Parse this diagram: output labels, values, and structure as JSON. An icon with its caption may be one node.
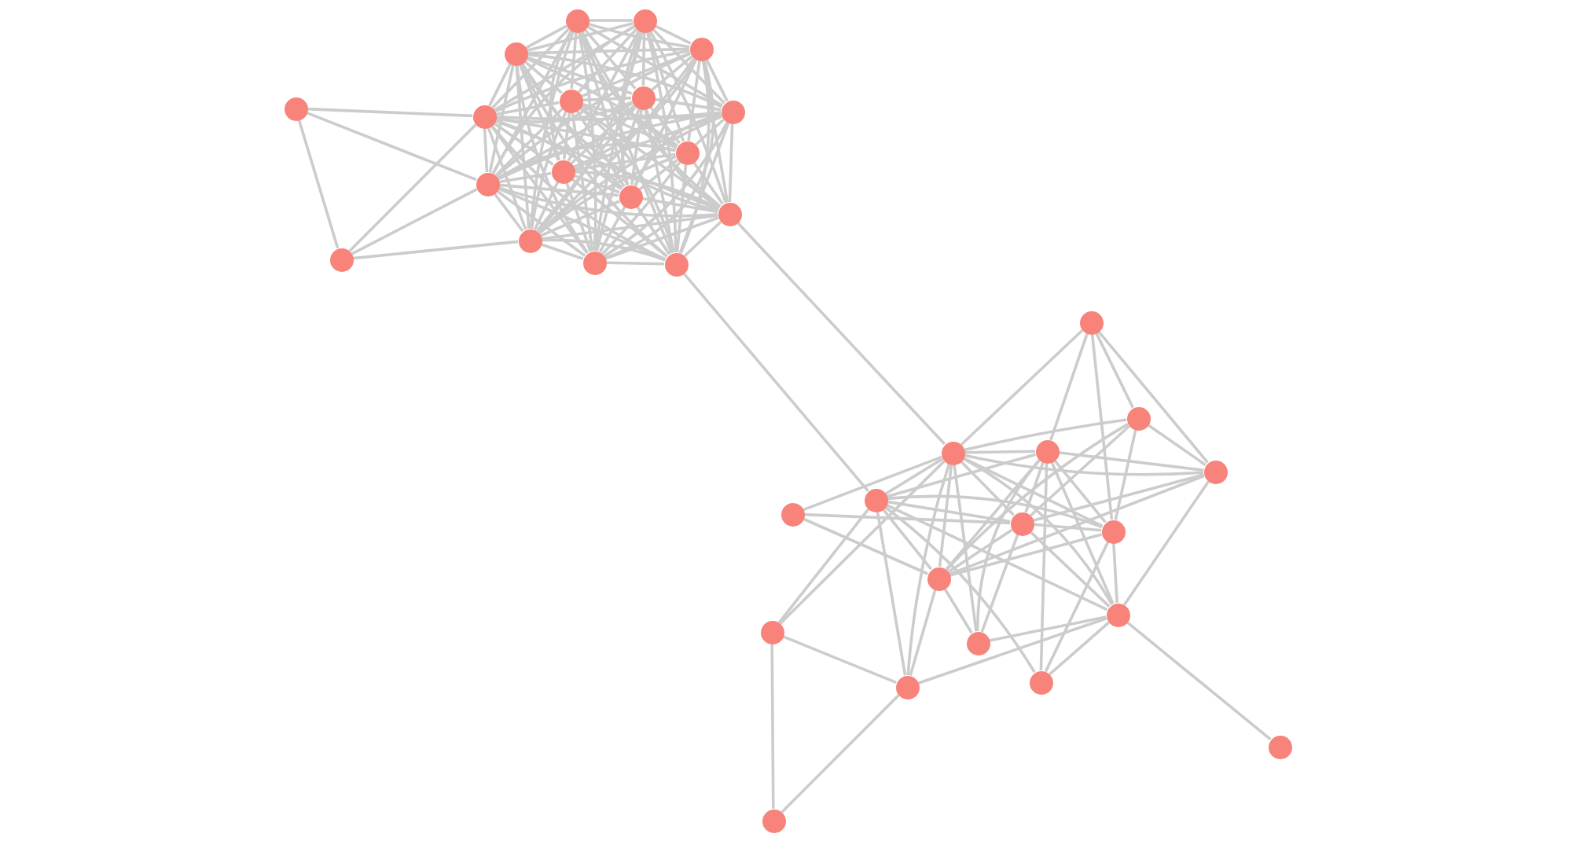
{
  "diagram": {
    "nodes": [
      {
        "text": [],
        "shape": "circle"
      },
      {
        "text": [],
        "shape": "circle"
      },
      {
        "text": [],
        "shape": "circle"
      },
      {
        "text": [],
        "shape": "circle"
      },
      {
        "text": [],
        "shape": "circle"
      },
      {
        "text": [],
        "shape": "circle"
      },
      {
        "text": [],
        "shape": "circle"
      },
      {
        "text": [],
        "shape": "circle"
      },
      {
        "text": [],
        "shape": "circle"
      },
      {
        "text": [],
        "shape": "circle"
      },
      {
        "text": [],
        "shape": "circle"
      },
      {
        "text": [],
        "shape": "circle"
      },
      {
        "text": [],
        "shape": "circle"
      },
      {
        "text": [],
        "shape": "circle"
      },
      {
        "text": [],
        "shape": "circle"
      },
      {
        "text": [],
        "shape": "circle"
      },
      {
        "text": [],
        "shape": "circle"
      },
      {
        "text": [],
        "shape": "circle"
      },
      {
        "text": [],
        "shape": "circle"
      },
      {
        "text": [],
        "shape": "circle"
      },
      {
        "text": [],
        "shape": "circle"
      },
      {
        "text": [],
        "shape": "circle"
      },
      {
        "text": [],
        "shape": "circle"
      },
      {
        "text": [],
        "shape": "circle"
      },
      {
        "text": [],
        "shape": "circle"
      },
      {
        "text": [],
        "shape": "circle"
      },
      {
        "text": [],
        "shape": "circle"
      },
      {
        "text": [],
        "shape": "circle"
      },
      {
        "text": [],
        "shape": "circle"
      },
      {
        "text": [],
        "shape": "circle"
      },
      {
        "text": [],
        "shape": "circle"
      },
      {
        "text": [],
        "shape": "circle"
      },
      {
        "text": [],
        "shape": "circle"
      },
      {
        "text": [],
        "shape": "circle"
      },
      {
        "text": [],
        "shape": "circle"
      }
    ],
    "edges": [
      {
        "from": 0,
        "to": 6,
        "arrow": "none"
      },
      {
        "from": 0,
        "to": 12,
        "arrow": "none"
      },
      {
        "from": 0,
        "to": 1,
        "arrow": "none"
      },
      {
        "from": 1,
        "to": 6,
        "arrow": "none"
      },
      {
        "from": 1,
        "to": 12,
        "arrow": "none"
      },
      {
        "from": 1,
        "to": 15,
        "arrow": "none"
      },
      {
        "from": 2,
        "to": 3,
        "arrow": "none"
      },
      {
        "from": 2,
        "to": 4,
        "arrow": "none"
      },
      {
        "from": 2,
        "to": 5,
        "arrow": "none"
      },
      {
        "from": 2,
        "to": 6,
        "arrow": "none"
      },
      {
        "from": 2,
        "to": 7,
        "arrow": "none"
      },
      {
        "from": 2,
        "to": 8,
        "arrow": "none"
      },
      {
        "from": 2,
        "to": 9,
        "arrow": "none"
      },
      {
        "from": 2,
        "to": 10,
        "arrow": "none"
      },
      {
        "from": 2,
        "to": 11,
        "arrow": "none"
      },
      {
        "from": 2,
        "to": 12,
        "arrow": "none"
      },
      {
        "from": 2,
        "to": 13,
        "arrow": "none"
      },
      {
        "from": 2,
        "to": 14,
        "arrow": "none"
      },
      {
        "from": 2,
        "to": 15,
        "arrow": "none"
      },
      {
        "from": 2,
        "to": 16,
        "arrow": "none"
      },
      {
        "from": 2,
        "to": 17,
        "arrow": "none"
      },
      {
        "from": 3,
        "to": 4,
        "arrow": "none"
      },
      {
        "from": 3,
        "to": 5,
        "arrow": "none"
      },
      {
        "from": 3,
        "to": 6,
        "arrow": "none"
      },
      {
        "from": 3,
        "to": 7,
        "arrow": "none"
      },
      {
        "from": 3,
        "to": 8,
        "arrow": "none"
      },
      {
        "from": 3,
        "to": 9,
        "arrow": "none"
      },
      {
        "from": 3,
        "to": 10,
        "arrow": "none"
      },
      {
        "from": 3,
        "to": 11,
        "arrow": "none"
      },
      {
        "from": 3,
        "to": 12,
        "arrow": "none"
      },
      {
        "from": 3,
        "to": 13,
        "arrow": "none"
      },
      {
        "from": 3,
        "to": 14,
        "arrow": "none"
      },
      {
        "from": 3,
        "to": 15,
        "arrow": "none"
      },
      {
        "from": 3,
        "to": 16,
        "arrow": "none"
      },
      {
        "from": 3,
        "to": 17,
        "arrow": "none"
      },
      {
        "from": 4,
        "to": 5,
        "arrow": "none"
      },
      {
        "from": 4,
        "to": 6,
        "arrow": "none"
      },
      {
        "from": 4,
        "to": 7,
        "arrow": "none"
      },
      {
        "from": 4,
        "to": 8,
        "arrow": "none"
      },
      {
        "from": 4,
        "to": 9,
        "arrow": "none"
      },
      {
        "from": 4,
        "to": 10,
        "arrow": "none"
      },
      {
        "from": 4,
        "to": 11,
        "arrow": "none"
      },
      {
        "from": 4,
        "to": 12,
        "arrow": "none"
      },
      {
        "from": 4,
        "to": 13,
        "arrow": "none"
      },
      {
        "from": 4,
        "to": 14,
        "arrow": "none"
      },
      {
        "from": 4,
        "to": 15,
        "arrow": "none"
      },
      {
        "from": 4,
        "to": 16,
        "arrow": "none"
      },
      {
        "from": 4,
        "to": 17,
        "arrow": "none"
      },
      {
        "from": 5,
        "to": 6,
        "arrow": "none"
      },
      {
        "from": 5,
        "to": 7,
        "arrow": "none"
      },
      {
        "from": 5,
        "to": 8,
        "arrow": "none"
      },
      {
        "from": 5,
        "to": 9,
        "arrow": "none"
      },
      {
        "from": 5,
        "to": 10,
        "arrow": "none"
      },
      {
        "from": 5,
        "to": 11,
        "arrow": "none"
      },
      {
        "from": 5,
        "to": 12,
        "arrow": "none"
      },
      {
        "from": 5,
        "to": 13,
        "arrow": "none"
      },
      {
        "from": 5,
        "to": 14,
        "arrow": "none"
      },
      {
        "from": 5,
        "to": 15,
        "arrow": "none"
      },
      {
        "from": 5,
        "to": 16,
        "arrow": "none"
      },
      {
        "from": 5,
        "to": 17,
        "arrow": "none"
      },
      {
        "from": 6,
        "to": 7,
        "arrow": "none"
      },
      {
        "from": 6,
        "to": 8,
        "arrow": "none"
      },
      {
        "from": 6,
        "to": 9,
        "arrow": "none"
      },
      {
        "from": 6,
        "to": 10,
        "arrow": "none"
      },
      {
        "from": 6,
        "to": 11,
        "arrow": "none"
      },
      {
        "from": 6,
        "to": 12,
        "arrow": "none"
      },
      {
        "from": 6,
        "to": 13,
        "arrow": "none"
      },
      {
        "from": 6,
        "to": 14,
        "arrow": "none"
      },
      {
        "from": 6,
        "to": 15,
        "arrow": "none"
      },
      {
        "from": 6,
        "to": 16,
        "arrow": "none"
      },
      {
        "from": 6,
        "to": 17,
        "arrow": "none"
      },
      {
        "from": 7,
        "to": 8,
        "arrow": "none"
      },
      {
        "from": 7,
        "to": 9,
        "arrow": "none"
      },
      {
        "from": 7,
        "to": 10,
        "arrow": "none"
      },
      {
        "from": 7,
        "to": 11,
        "arrow": "none"
      },
      {
        "from": 7,
        "to": 12,
        "arrow": "none"
      },
      {
        "from": 7,
        "to": 13,
        "arrow": "none"
      },
      {
        "from": 7,
        "to": 14,
        "arrow": "none"
      },
      {
        "from": 7,
        "to": 15,
        "arrow": "none"
      },
      {
        "from": 7,
        "to": 16,
        "arrow": "none"
      },
      {
        "from": 7,
        "to": 17,
        "arrow": "none"
      },
      {
        "from": 8,
        "to": 9,
        "arrow": "none"
      },
      {
        "from": 8,
        "to": 10,
        "arrow": "none"
      },
      {
        "from": 8,
        "to": 11,
        "arrow": "none"
      },
      {
        "from": 8,
        "to": 12,
        "arrow": "none"
      },
      {
        "from": 8,
        "to": 13,
        "arrow": "none"
      },
      {
        "from": 8,
        "to": 14,
        "arrow": "none"
      },
      {
        "from": 8,
        "to": 15,
        "arrow": "none"
      },
      {
        "from": 8,
        "to": 16,
        "arrow": "none"
      },
      {
        "from": 8,
        "to": 17,
        "arrow": "none"
      },
      {
        "from": 9,
        "to": 10,
        "arrow": "none"
      },
      {
        "from": 9,
        "to": 11,
        "arrow": "none"
      },
      {
        "from": 9,
        "to": 12,
        "arrow": "none"
      },
      {
        "from": 9,
        "to": 13,
        "arrow": "none"
      },
      {
        "from": 9,
        "to": 14,
        "arrow": "none"
      },
      {
        "from": 9,
        "to": 15,
        "arrow": "none"
      },
      {
        "from": 9,
        "to": 16,
        "arrow": "none"
      },
      {
        "from": 9,
        "to": 17,
        "arrow": "none"
      },
      {
        "from": 10,
        "to": 11,
        "arrow": "none"
      },
      {
        "from": 10,
        "to": 12,
        "arrow": "none"
      },
      {
        "from": 10,
        "to": 13,
        "arrow": "none"
      },
      {
        "from": 10,
        "to": 14,
        "arrow": "none"
      },
      {
        "from": 10,
        "to": 15,
        "arrow": "none"
      },
      {
        "from": 10,
        "to": 16,
        "arrow": "none"
      },
      {
        "from": 10,
        "to": 17,
        "arrow": "none"
      },
      {
        "from": 11,
        "to": 12,
        "arrow": "none"
      },
      {
        "from": 11,
        "to": 13,
        "arrow": "none"
      },
      {
        "from": 11,
        "to": 14,
        "arrow": "none"
      },
      {
        "from": 11,
        "to": 15,
        "arrow": "none"
      },
      {
        "from": 11,
        "to": 16,
        "arrow": "none"
      },
      {
        "from": 11,
        "to": 17,
        "arrow": "none"
      },
      {
        "from": 12,
        "to": 13,
        "arrow": "none"
      },
      {
        "from": 12,
        "to": 14,
        "arrow": "none"
      },
      {
        "from": 12,
        "to": 15,
        "arrow": "none"
      },
      {
        "from": 12,
        "to": 16,
        "arrow": "none"
      },
      {
        "from": 12,
        "to": 17,
        "arrow": "none"
      },
      {
        "from": 13,
        "to": 14,
        "arrow": "none"
      },
      {
        "from": 13,
        "to": 15,
        "arrow": "none"
      },
      {
        "from": 13,
        "to": 16,
        "arrow": "none"
      },
      {
        "from": 13,
        "to": 17,
        "arrow": "none"
      },
      {
        "from": 14,
        "to": 15,
        "arrow": "none"
      },
      {
        "from": 14,
        "to": 16,
        "arrow": "none"
      },
      {
        "from": 14,
        "to": 17,
        "arrow": "none"
      },
      {
        "from": 15,
        "to": 16,
        "arrow": "none"
      },
      {
        "from": 15,
        "to": 17,
        "arrow": "none"
      },
      {
        "from": 16,
        "to": 17,
        "arrow": "none"
      },
      {
        "from": 14,
        "to": 20,
        "arrow": "none"
      },
      {
        "from": 17,
        "to": 24,
        "arrow": "none"
      },
      {
        "from": 18,
        "to": 20,
        "arrow": "none"
      },
      {
        "from": 18,
        "to": 21,
        "arrow": "none"
      },
      {
        "from": 18,
        "to": 26,
        "arrow": "none"
      },
      {
        "from": 18,
        "to": 19,
        "arrow": "none"
      },
      {
        "from": 18,
        "to": 22,
        "arrow": "none"
      },
      {
        "from": 19,
        "to": 20,
        "arrow": "none"
      },
      {
        "from": 19,
        "to": 22,
        "arrow": "none"
      },
      {
        "from": 19,
        "to": 26,
        "arrow": "none"
      },
      {
        "from": 19,
        "to": 25,
        "arrow": "none"
      },
      {
        "from": 19,
        "to": 27,
        "arrow": "none"
      },
      {
        "from": 20,
        "to": 21,
        "arrow": "none"
      },
      {
        "from": 20,
        "to": 22,
        "arrow": "none"
      },
      {
        "from": 20,
        "to": 23,
        "arrow": "none"
      },
      {
        "from": 20,
        "to": 24,
        "arrow": "none"
      },
      {
        "from": 20,
        "to": 25,
        "arrow": "none"
      },
      {
        "from": 20,
        "to": 26,
        "arrow": "none"
      },
      {
        "from": 20,
        "to": 27,
        "arrow": "none"
      },
      {
        "from": 20,
        "to": 30,
        "arrow": "none"
      },
      {
        "from": 20,
        "to": 31,
        "arrow": "none"
      },
      {
        "from": 20,
        "to": 28,
        "arrow": "none"
      },
      {
        "from": 20,
        "to": 29,
        "arrow": "none"
      },
      {
        "from": 21,
        "to": 22,
        "arrow": "none"
      },
      {
        "from": 21,
        "to": 24,
        "arrow": "none"
      },
      {
        "from": 21,
        "to": 25,
        "arrow": "none"
      },
      {
        "from": 21,
        "to": 26,
        "arrow": "none"
      },
      {
        "from": 21,
        "to": 27,
        "arrow": "none"
      },
      {
        "from": 21,
        "to": 32,
        "arrow": "none"
      },
      {
        "from": 21,
        "to": 28,
        "arrow": "none"
      },
      {
        "from": 21,
        "to": 30,
        "arrow": "none"
      },
      {
        "from": 22,
        "to": 25,
        "arrow": "none"
      },
      {
        "from": 22,
        "to": 28,
        "arrow": "none"
      },
      {
        "from": 22,
        "to": 27,
        "arrow": "none"
      },
      {
        "from": 23,
        "to": 25,
        "arrow": "none"
      },
      {
        "from": 23,
        "to": 27,
        "arrow": "none"
      },
      {
        "from": 24,
        "to": 25,
        "arrow": "none"
      },
      {
        "from": 24,
        "to": 26,
        "arrow": "none"
      },
      {
        "from": 24,
        "to": 29,
        "arrow": "none"
      },
      {
        "from": 24,
        "to": 31,
        "arrow": "none"
      },
      {
        "from": 24,
        "to": 28,
        "arrow": "none"
      },
      {
        "from": 24,
        "to": 32,
        "arrow": "none"
      },
      {
        "from": 24,
        "to": 27,
        "arrow": "none"
      },
      {
        "from": 25,
        "to": 26,
        "arrow": "none"
      },
      {
        "from": 25,
        "to": 27,
        "arrow": "none"
      },
      {
        "from": 25,
        "to": 30,
        "arrow": "none"
      },
      {
        "from": 25,
        "to": 28,
        "arrow": "none"
      },
      {
        "from": 26,
        "to": 27,
        "arrow": "none"
      },
      {
        "from": 26,
        "to": 28,
        "arrow": "none"
      },
      {
        "from": 26,
        "to": 32,
        "arrow": "none"
      },
      {
        "from": 27,
        "to": 30,
        "arrow": "none"
      },
      {
        "from": 27,
        "to": 31,
        "arrow": "none"
      },
      {
        "from": 28,
        "to": 30,
        "arrow": "none"
      },
      {
        "from": 28,
        "to": 32,
        "arrow": "none"
      },
      {
        "from": 28,
        "to": 33,
        "arrow": "none"
      },
      {
        "from": 28,
        "to": 31,
        "arrow": "none"
      },
      {
        "from": 29,
        "to": 31,
        "arrow": "none"
      },
      {
        "from": 29,
        "to": 34,
        "arrow": "none"
      },
      {
        "from": 31,
        "to": 34,
        "arrow": "none"
      }
    ]
  }
}
